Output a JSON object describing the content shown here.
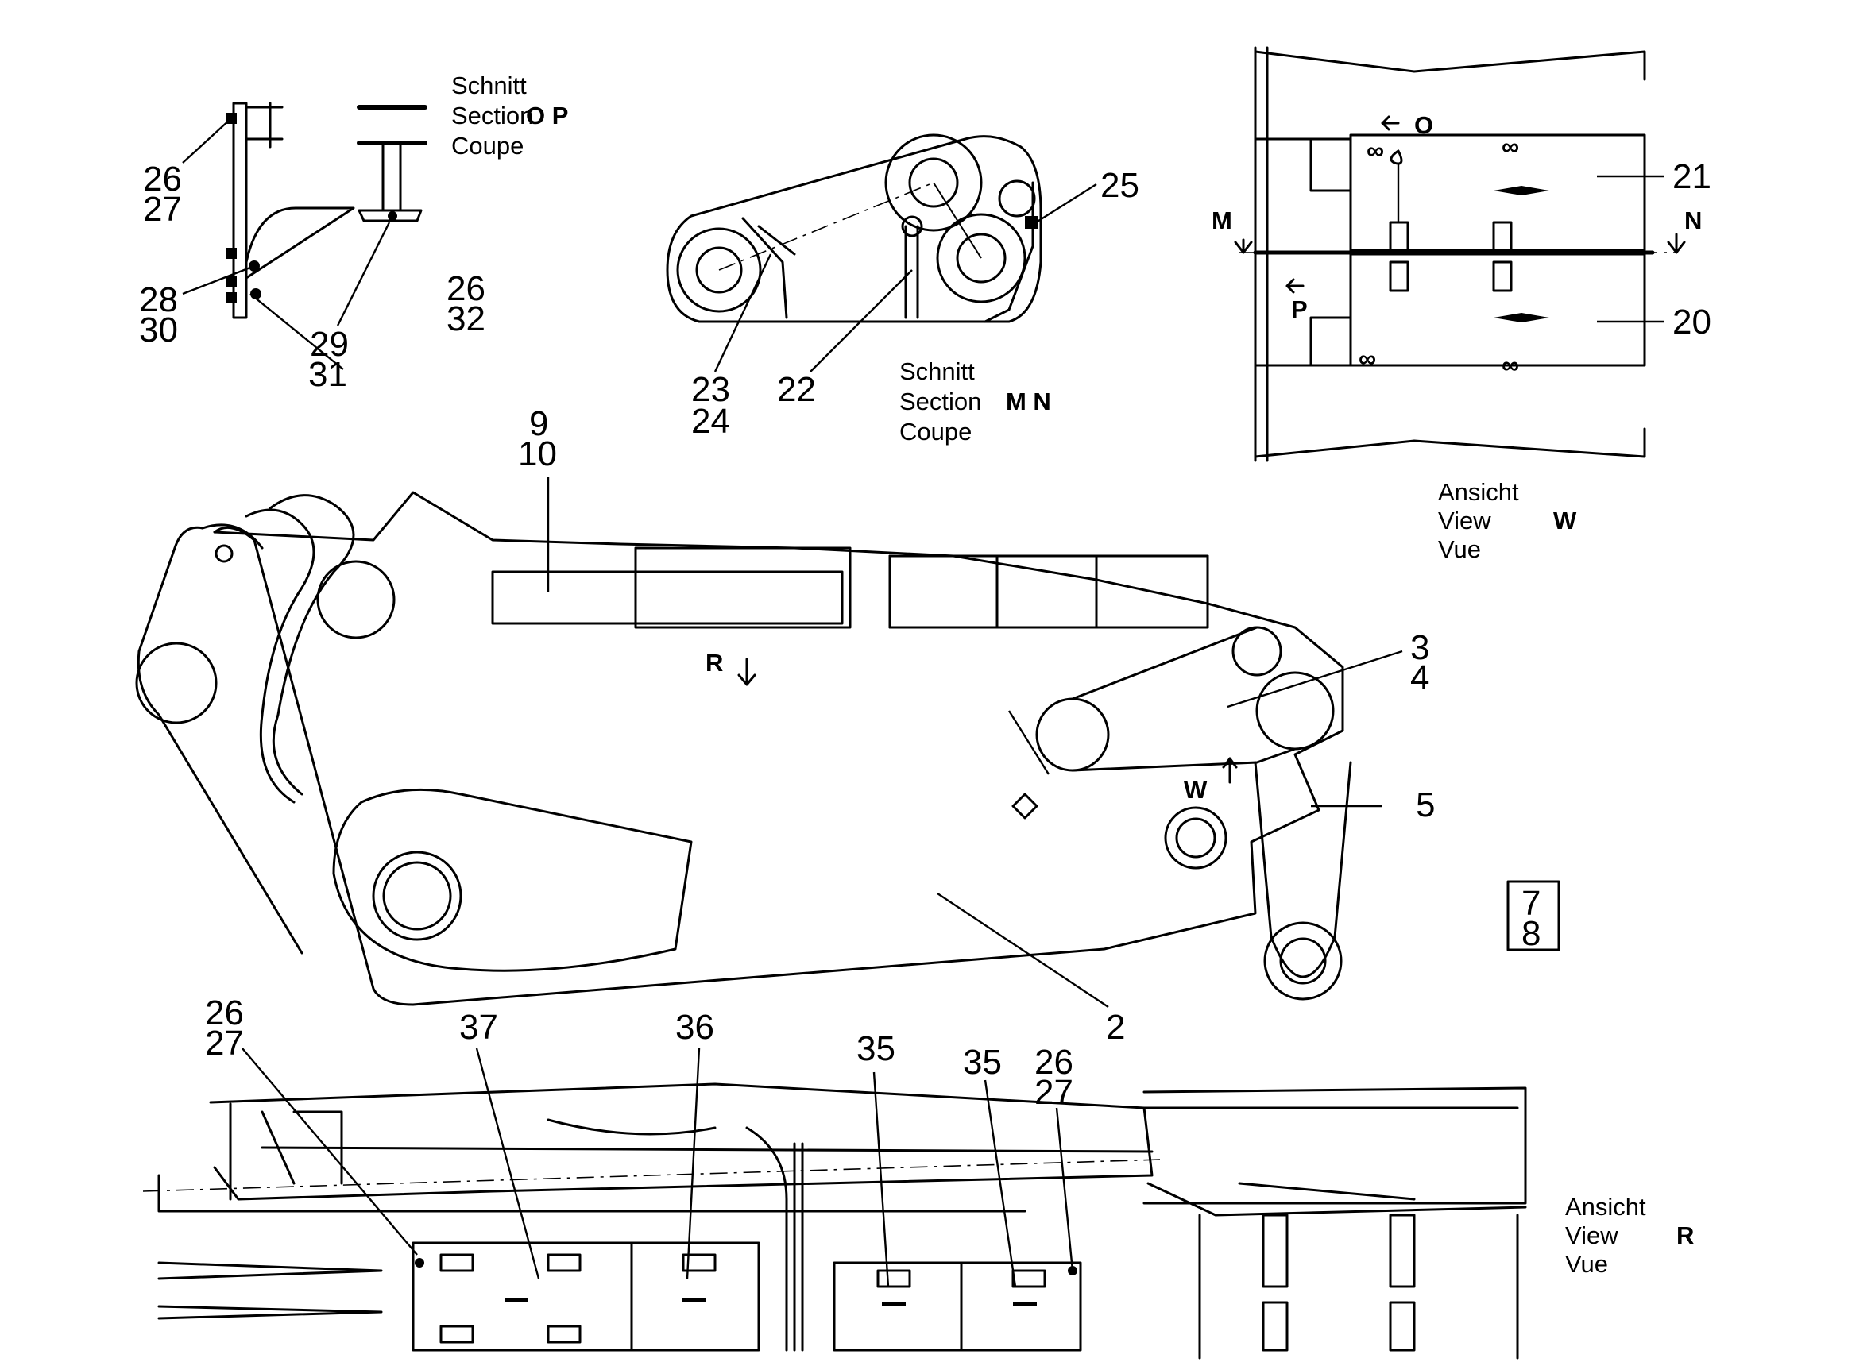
{
  "section_op": {
    "lines": [
      "Schnitt",
      "Section",
      "Coupe"
    ],
    "id": "O P",
    "callouts": [
      "26",
      "27",
      "28",
      "30",
      "29",
      "31",
      "26",
      "32"
    ]
  },
  "section_mn": {
    "lines": [
      "Schnitt",
      "Section",
      "Coupe"
    ],
    "id": "M N",
    "callouts": [
      "25",
      "23",
      "24",
      "22"
    ]
  },
  "view_w": {
    "lines": [
      "Ansicht",
      "View",
      "Vue"
    ],
    "id": "W",
    "markers": [
      "O",
      "M",
      "N",
      "P"
    ],
    "callouts": [
      "21",
      "20"
    ]
  },
  "main_view": {
    "callouts": [
      "9",
      "10",
      "3",
      "4",
      "5",
      "2"
    ],
    "markers": [
      "R",
      "W"
    ]
  },
  "page_box": {
    "top": "7",
    "bottom": "8"
  },
  "view_r": {
    "lines": [
      "Ansicht",
      "View",
      "Vue"
    ],
    "id": "R",
    "callouts": [
      "26",
      "27",
      "37",
      "36",
      "35",
      "35",
      "26",
      "27"
    ]
  }
}
